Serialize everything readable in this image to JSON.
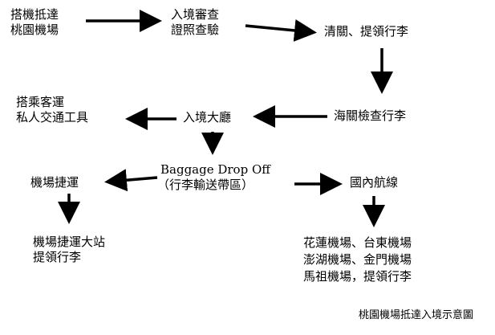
{
  "nodes": {
    "arrive_taoyuan": [
      "搭機抵達",
      "桃園機場"
    ],
    "immigration": [
      "入境審查",
      "證照查驗"
    ],
    "claim_baggage": [
      "清關、提領行李"
    ],
    "customs": [
      "海關檢查行李"
    ],
    "arrival_hall": [
      "入境大廳"
    ],
    "ground_transport": [
      "搭乘客運",
      "私人交通工具"
    ],
    "baggage_dropoff": [
      "Baggage Drop Off",
      "（行李輸送帶區）"
    ],
    "airport_mrt": [
      "機場捷運"
    ],
    "mrt_main_station": [
      "機場捷運大站",
      "提領行李"
    ],
    "domestic_flights": [
      "國內航線"
    ],
    "domestic_airports": [
      "花蓮機場、台東機場",
      "澎湖機場、金門機場",
      "馬祖機場，提領行李"
    ]
  },
  "caption": "桃園機場抵達入境示意圖",
  "colors": {
    "text": "#000000",
    "arrow": "#000000",
    "background": "#ffffff"
  }
}
